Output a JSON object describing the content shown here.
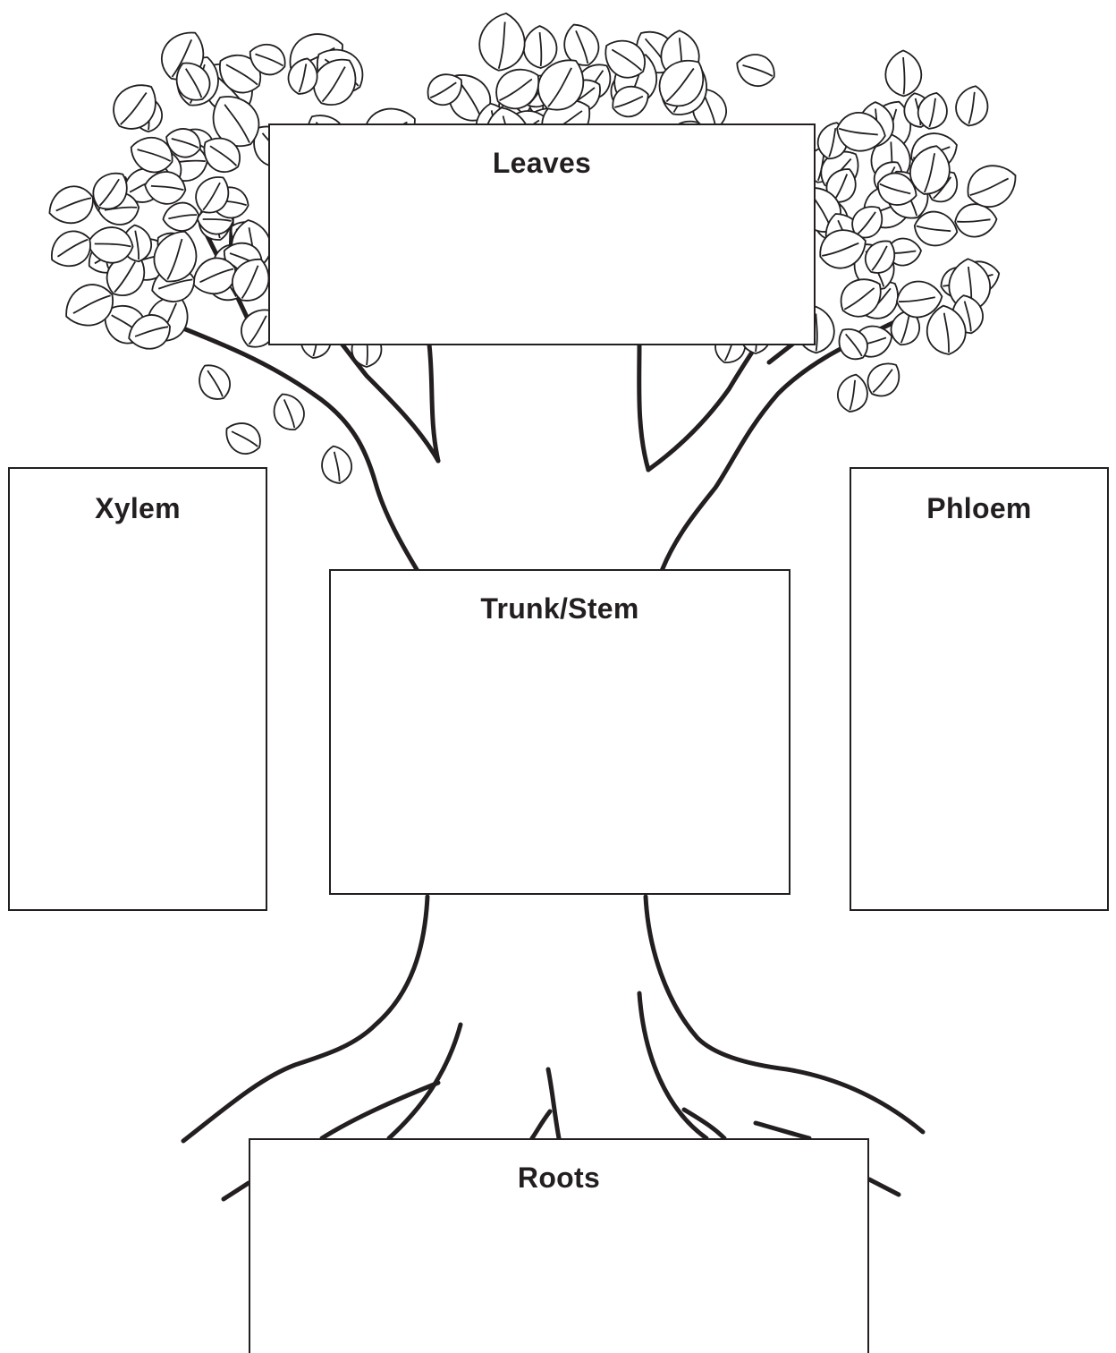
{
  "diagram": {
    "stroke_color": "#231f20",
    "background_color": "#ffffff",
    "boxes": {
      "leaves": "Leaves",
      "xylem": "Xylem",
      "phloem": "Phloem",
      "trunk": "Trunk/Stem",
      "roots": "Roots"
    }
  }
}
